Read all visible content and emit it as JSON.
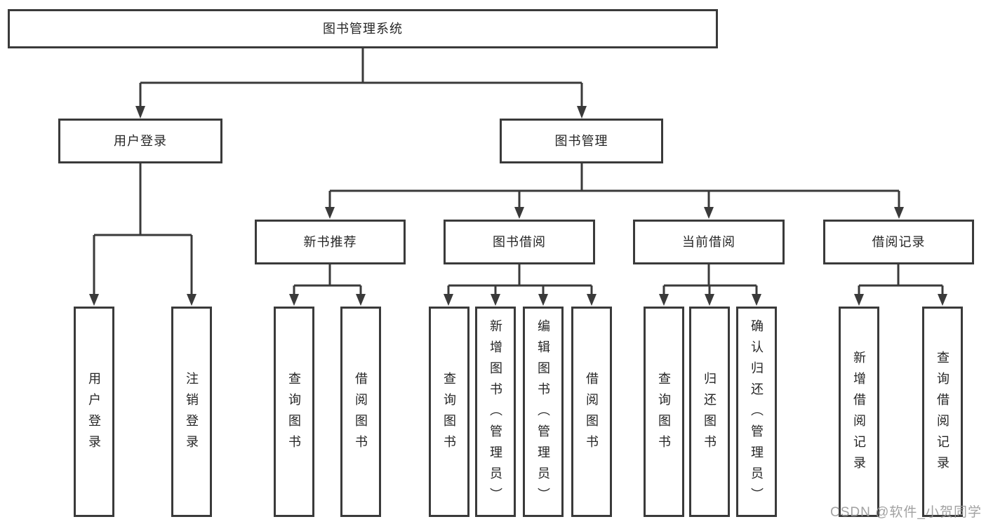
{
  "colors": {
    "line": "#3a3a3a",
    "box_border": "#3a3a3a",
    "text": "#262626",
    "background": "#ffffff",
    "watermark": "#9a9a9a"
  },
  "watermark": {
    "text": "CSDN @软件_小贺同学"
  },
  "tree": {
    "label": "图书管理系统",
    "children": [
      {
        "label": "用户登录",
        "children": [
          {
            "label": "用户登录"
          },
          {
            "label": "注销登录"
          }
        ]
      },
      {
        "label": "图书管理",
        "children": [
          {
            "label": "新书推荐",
            "children": [
              {
                "label": "查询图书"
              },
              {
                "label": "借阅图书"
              }
            ]
          },
          {
            "label": "图书借阅",
            "children": [
              {
                "label": "查询图书"
              },
              {
                "label": "新增图书（管理员）"
              },
              {
                "label": "编辑图书（管理员）"
              },
              {
                "label": "借阅图书"
              }
            ]
          },
          {
            "label": "当前借阅",
            "children": [
              {
                "label": "查询图书"
              },
              {
                "label": "归还图书"
              },
              {
                "label": "确认归还（管理员）"
              }
            ]
          },
          {
            "label": "借阅记录",
            "children": [
              {
                "label": "新增借阅记录"
              },
              {
                "label": "查询借阅记录"
              }
            ]
          }
        ]
      }
    ]
  }
}
